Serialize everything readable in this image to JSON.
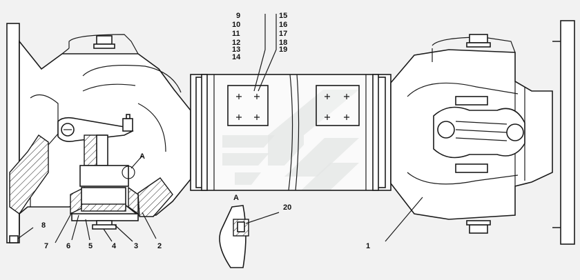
{
  "drawing": {
    "callouts_left_column": [
      "9",
      "10",
      "11",
      "12",
      "13",
      "14"
    ],
    "callouts_right_column": [
      "15",
      "16",
      "17",
      "18",
      "19"
    ],
    "callouts": {
      "p1": "1",
      "p2": "2",
      "p3": "3",
      "p4": "4",
      "p5": "5",
      "p6": "6",
      "p7": "7",
      "p8": "8",
      "p20": "20"
    },
    "detail_marker": "A",
    "detail_title": "A"
  },
  "colors": {
    "background": "#f2f2f2",
    "line": "#1a1a1a",
    "fill": "#ffffff",
    "watermark": "#b9bfbd"
  }
}
